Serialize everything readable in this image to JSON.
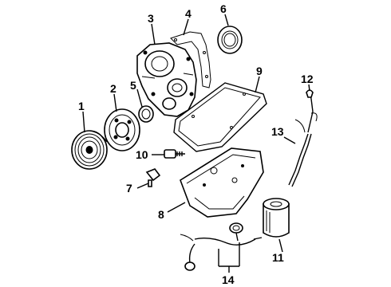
{
  "callouts": [
    {
      "id": "c1",
      "label": "1"
    },
    {
      "id": "c2",
      "label": "2"
    },
    {
      "id": "c3",
      "label": "3"
    },
    {
      "id": "c4",
      "label": "4"
    },
    {
      "id": "c5",
      "label": "5"
    },
    {
      "id": "c6",
      "label": "6"
    },
    {
      "id": "c7",
      "label": "7"
    },
    {
      "id": "c8",
      "label": "8"
    },
    {
      "id": "c9",
      "label": "9"
    },
    {
      "id": "c10",
      "label": "10"
    },
    {
      "id": "c11",
      "label": "11"
    },
    {
      "id": "c12",
      "label": "12"
    },
    {
      "id": "c13",
      "label": "13"
    },
    {
      "id": "c14",
      "label": "14"
    }
  ],
  "parts": [
    "crankshaft-pulley",
    "vibration-damper",
    "timing-cover",
    "front-cover-gasket",
    "crankshaft-seal",
    "oil-seal",
    "plug-fitting",
    "oil-pan",
    "oil-pan-gasket",
    "drain-plug-bolt",
    "oil-filter",
    "dipstick",
    "dipstick-tube",
    "sensor-harness"
  ]
}
